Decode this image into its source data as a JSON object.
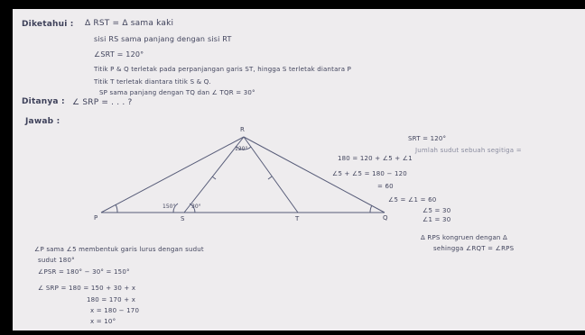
{
  "diketahui": {
    "label": "Diketahui :",
    "lines": [
      "Δ RST = Δ sama kaki",
      "sisi RS sama panjang dengan sisi RT",
      "∠SRT = 120°",
      "Titik P & Q terletak pada perpanjangan garis ST, hingga S terletak diantara P",
      "Titik T terletak diantara titik S & Q.",
      "SP sama panjang dengan TQ dan ∠ TQR = 30°"
    ]
  },
  "ditanya": {
    "label": "Ditanya :",
    "text": "∠ SRP = . . . ?"
  },
  "jawab": {
    "label": "Jawab :",
    "diagram": {
      "vertex_labels": [
        "R",
        "P",
        "S",
        "T",
        "Q"
      ],
      "angle_labels": [
        "120°",
        "150°",
        "30°"
      ]
    },
    "right_work": [
      "SRT = 120°",
      "Jumlah sudut sebuah segitiga =",
      "180 = 120 + ∠5 + ∠1",
      "∠5 + ∠5 = 180 − 120",
      "= 60",
      "∠5 = ∠1 = 60",
      "∠5 = 30",
      "∠1 = 30",
      "Δ RPS kongruen dengan Δ",
      "sehingga ∠RQT = ∠RPS"
    ],
    "left_work": [
      "∠P sama ∠5 membentuk garis lurus dengan sudut",
      "sudut 180°",
      "∠PSR = 180° − 30° = 150°",
      "∠ SRP = 180 = 150 + 30 + x",
      "180 = 170 + x",
      "x = 180 − 170",
      "x = 10°"
    ]
  }
}
